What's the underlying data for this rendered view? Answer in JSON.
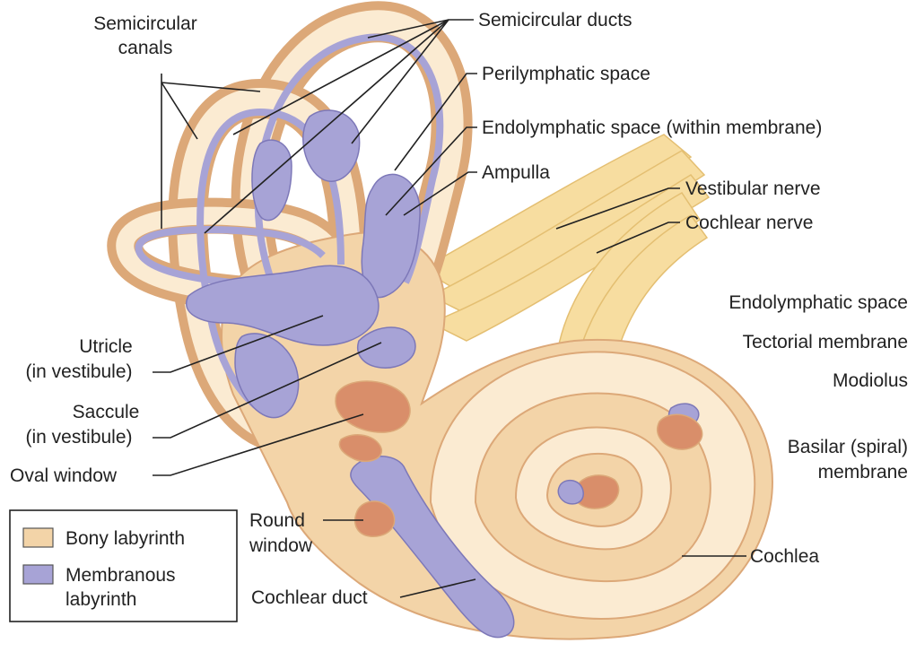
{
  "colors": {
    "bony": "#F3D4A8",
    "bony_dark": "#DCA878",
    "bony_light": "#FBEBD2",
    "membranous": "#A7A3D6",
    "membranous_dark": "#7D78B8",
    "perilymph": "#D98E6A",
    "nerve": "#F7DDA0",
    "nerve_dark": "#E4BF72"
  },
  "labels": {
    "semicircular_canals": [
      "Semicircular",
      "canals"
    ],
    "semicircular_ducts": "Semicircular ducts",
    "perilymphatic_space": "Perilymphatic space",
    "endolymphatic_within": "Endolymphatic space (within membrane)",
    "ampulla": "Ampulla",
    "vestibular_nerve": "Vestibular nerve",
    "cochlear_nerve": "Cochlear nerve",
    "endolymphatic_space": "Endolymphatic space",
    "tectorial_membrane": "Tectorial membrane",
    "modiolus": "Modiolus",
    "basilar_membrane": [
      "Basilar (spiral)",
      "membrane"
    ],
    "cochlea": "Cochlea",
    "utricle": [
      "Utricle",
      "(in vestibule)"
    ],
    "saccule": [
      "Saccule",
      "(in vestibule)"
    ],
    "oval_window": "Oval window",
    "round_window": [
      "Round",
      "window"
    ],
    "cochlear_duct": "Cochlear duct"
  },
  "legend": {
    "items": [
      {
        "label": [
          "Bony labyrinth"
        ],
        "color": "#F3D4A8"
      },
      {
        "label": [
          "Membranous",
          "labyrinth"
        ],
        "color": "#A7A3D6"
      }
    ]
  }
}
